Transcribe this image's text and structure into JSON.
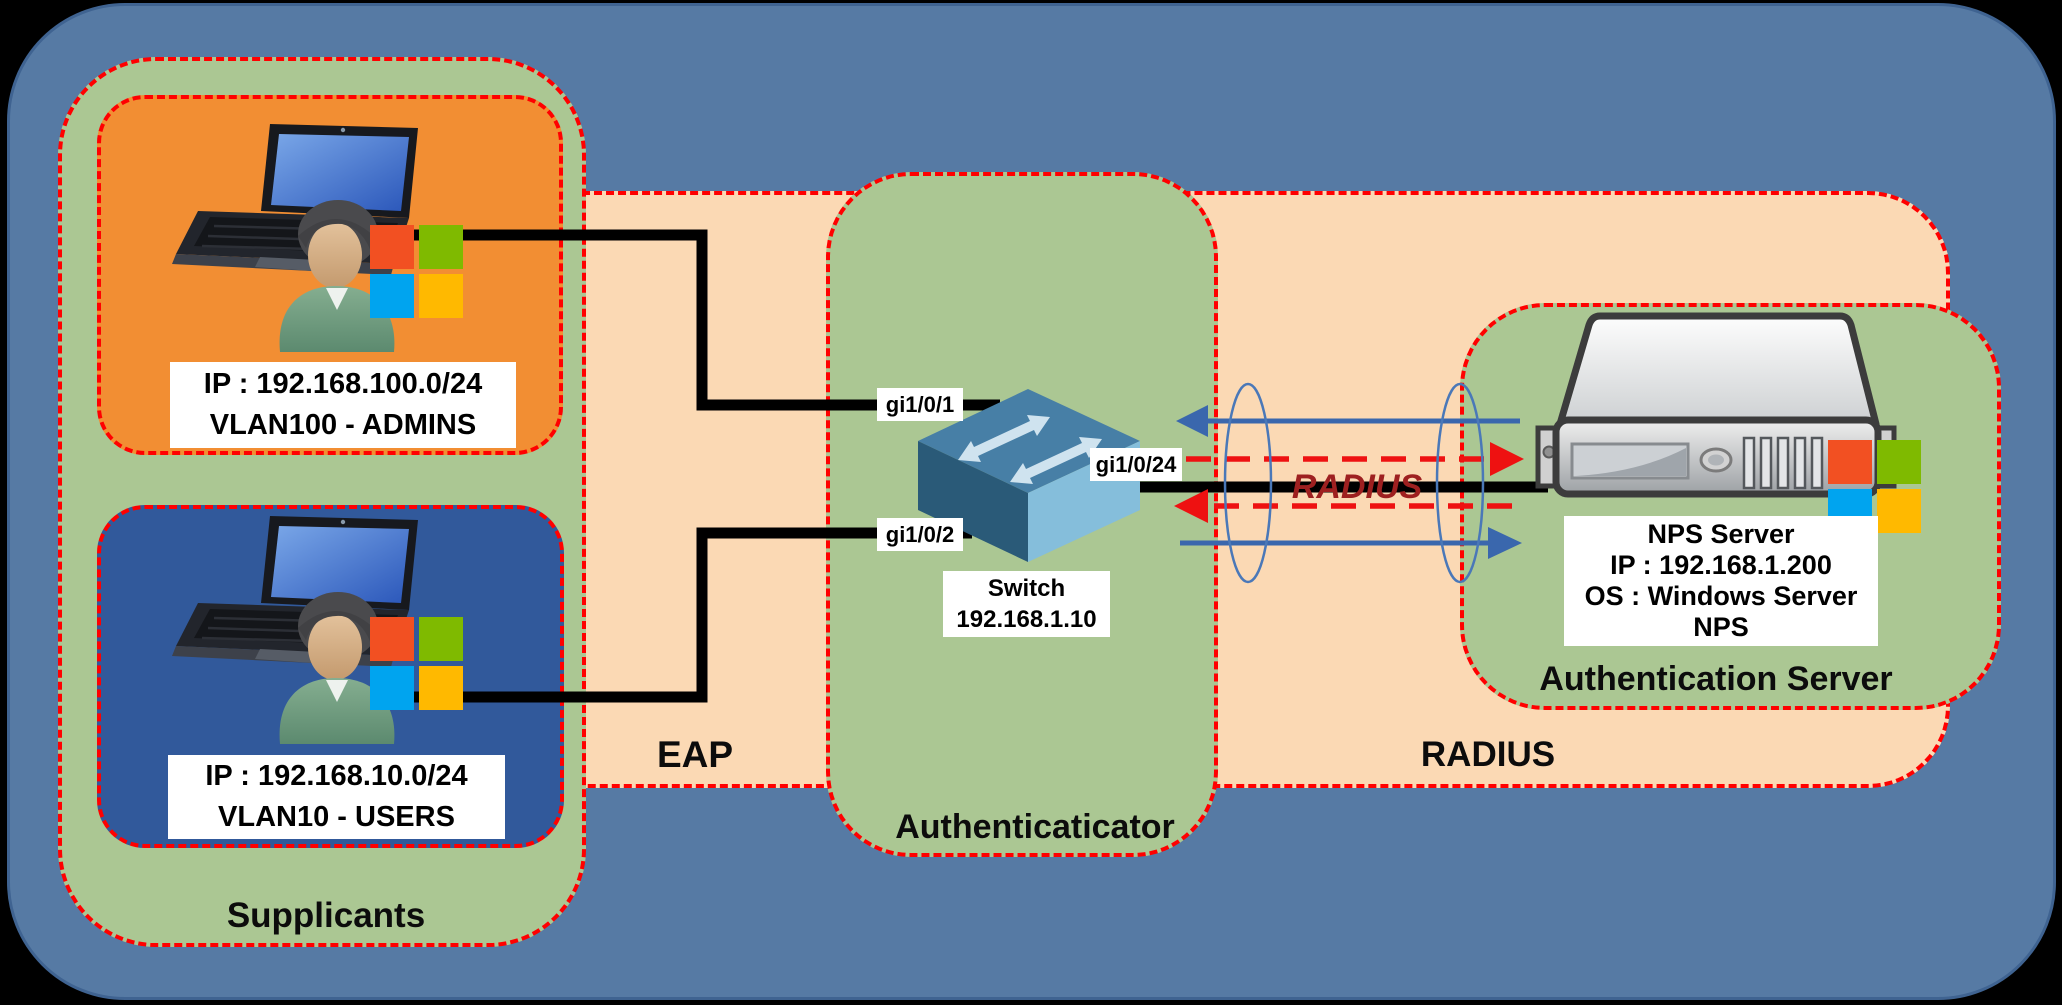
{
  "zones": {
    "supplicants": {
      "label": "Supplicants"
    },
    "authenticator": {
      "label": "Authenticaticator"
    },
    "auth_server": {
      "label": "Authentication Server"
    }
  },
  "bands": {
    "eap_label": "EAP",
    "radius_label": "RADIUS"
  },
  "link": {
    "radius_label": "RADIUS"
  },
  "clients": {
    "admins": {
      "ip_line": "IP : 192.168.100.0/24",
      "vlan_line": "VLAN100 - ADMINS"
    },
    "users": {
      "ip_line": "IP : 192.168.10.0/24",
      "vlan_line": "VLAN10 - USERS"
    }
  },
  "switch": {
    "name_line": "Switch",
    "ip_line": "192.168.1.10",
    "ports": {
      "port1": "gi1/0/1",
      "port2": "gi1/0/2",
      "port24": "gi1/0/24"
    }
  },
  "server": {
    "line1": "NPS Server",
    "line2": "IP : 192.168.1.200",
    "line3": "OS : Windows Server",
    "line4": "NPS"
  },
  "icons": {
    "client": "laptop-user-icon",
    "switch": "switch-icon",
    "server": "server-icon",
    "logo": "microsoft-logo-icon"
  },
  "colors": {
    "bg_blue": "#567aa4",
    "zone_green": "#abc793",
    "band_peach": "#fbd9b4",
    "admins_orange": "#f28e33",
    "users_blue": "#31599b",
    "dash_red": "#ff0000",
    "arrow_blue": "#3a67ad",
    "arrow_red": "#ee1111",
    "cable_black": "#000000",
    "link_red": "#9e2020",
    "ms_red": "#f25022",
    "ms_green": "#7fba00",
    "ms_blue": "#00a4ef",
    "ms_yellow": "#ffb900"
  }
}
